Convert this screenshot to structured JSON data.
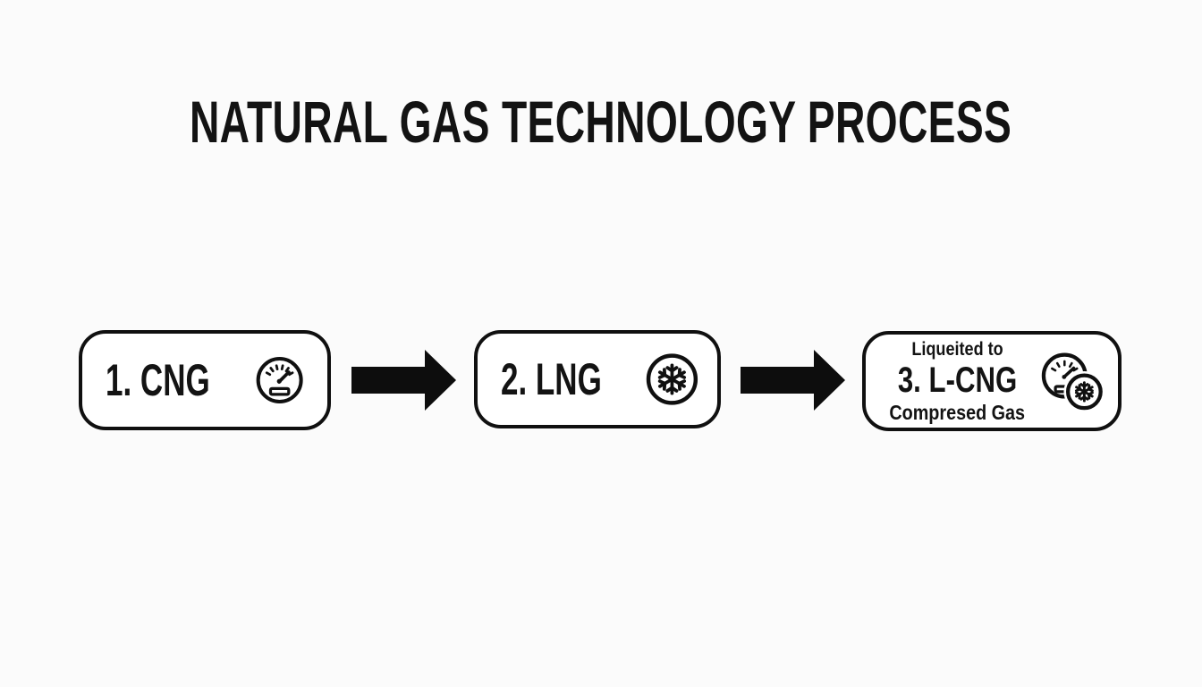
{
  "title": "NATURAL GAS TECHNOLOGY PROCESS",
  "steps": [
    {
      "label": "1. CNG",
      "icon": "pressure-gauge"
    },
    {
      "label": "2. LNG",
      "icon": "snowflake"
    },
    {
      "label": "3. L-CNG",
      "label_above": "Liqueited to",
      "label_below": "Compresed Gas",
      "icon": "gauge-and-snowflake"
    }
  ],
  "connectors": [
    {
      "type": "arrow-right"
    },
    {
      "type": "arrow-right"
    }
  ],
  "colors": {
    "ink": "#101010",
    "background": "#fbfbfb",
    "box_fill": "#ffffff"
  }
}
